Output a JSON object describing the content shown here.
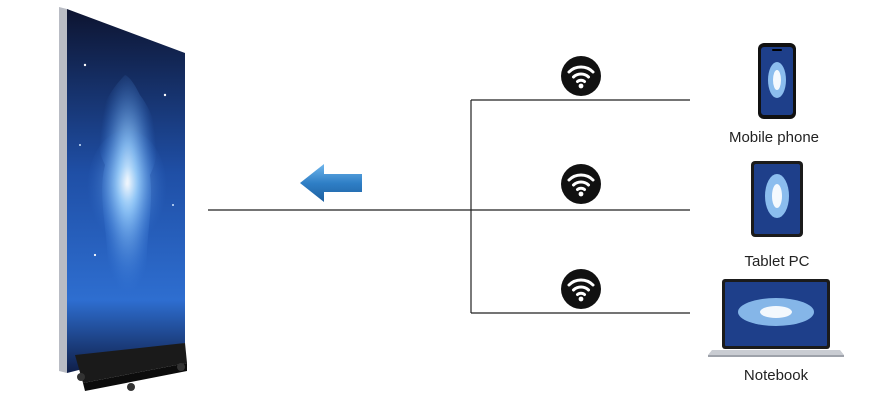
{
  "devices": [
    {
      "id": "mobile",
      "label": "Mobile phone",
      "icon": "smartphone-icon"
    },
    {
      "id": "tablet",
      "label": "Tablet PC",
      "icon": "tablet-icon"
    },
    {
      "id": "notebook",
      "label": "Notebook",
      "icon": "laptop-icon"
    }
  ],
  "connection": {
    "type": "wifi",
    "icon": "wifi-icon",
    "direction": "devices-to-display",
    "arrow_color": "#2f7fc6"
  },
  "display": {
    "icon": "led-poster-display-icon",
    "screen_color": "#1f4fa6"
  },
  "colors": {
    "line": "#222222",
    "wifi_badge": "#111111",
    "wifi_symbol": "#ffffff"
  }
}
